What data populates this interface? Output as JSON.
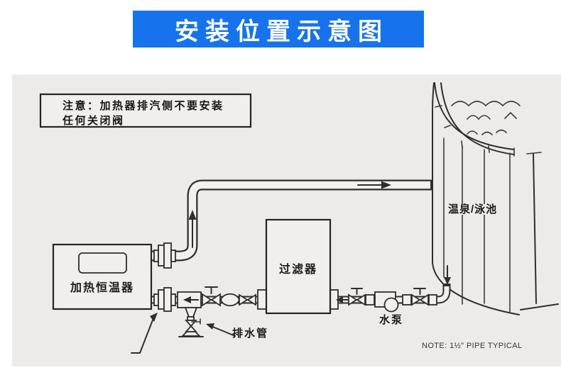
{
  "title_banner": {
    "text": "安装位置示意图",
    "bg_color": "#1773ec",
    "text_color": "#ffffff"
  },
  "diagram": {
    "warning_note": {
      "line1": "注意：加热器排汽侧不要安装",
      "line2": "任何关闭阀"
    },
    "labels": {
      "heater": "加热恒温器",
      "filter": "过滤器",
      "pump": "水泵",
      "pool": "温泉/泳池",
      "drain": "排水管",
      "pipe_note": "NOTE: 1½\" PIPE TYPICAL"
    },
    "icons": {
      "flow_up_arrow": "↑",
      "flow_right_arrow": "→",
      "flow_left_arrow": "←",
      "flow_down_arrow": "↓",
      "water_waves": "≈"
    },
    "colors": {
      "scan_background": "#ecebe9",
      "line": "#2e2e2e",
      "component_fill": "#f0efed",
      "page_background": "#ffffff"
    }
  }
}
